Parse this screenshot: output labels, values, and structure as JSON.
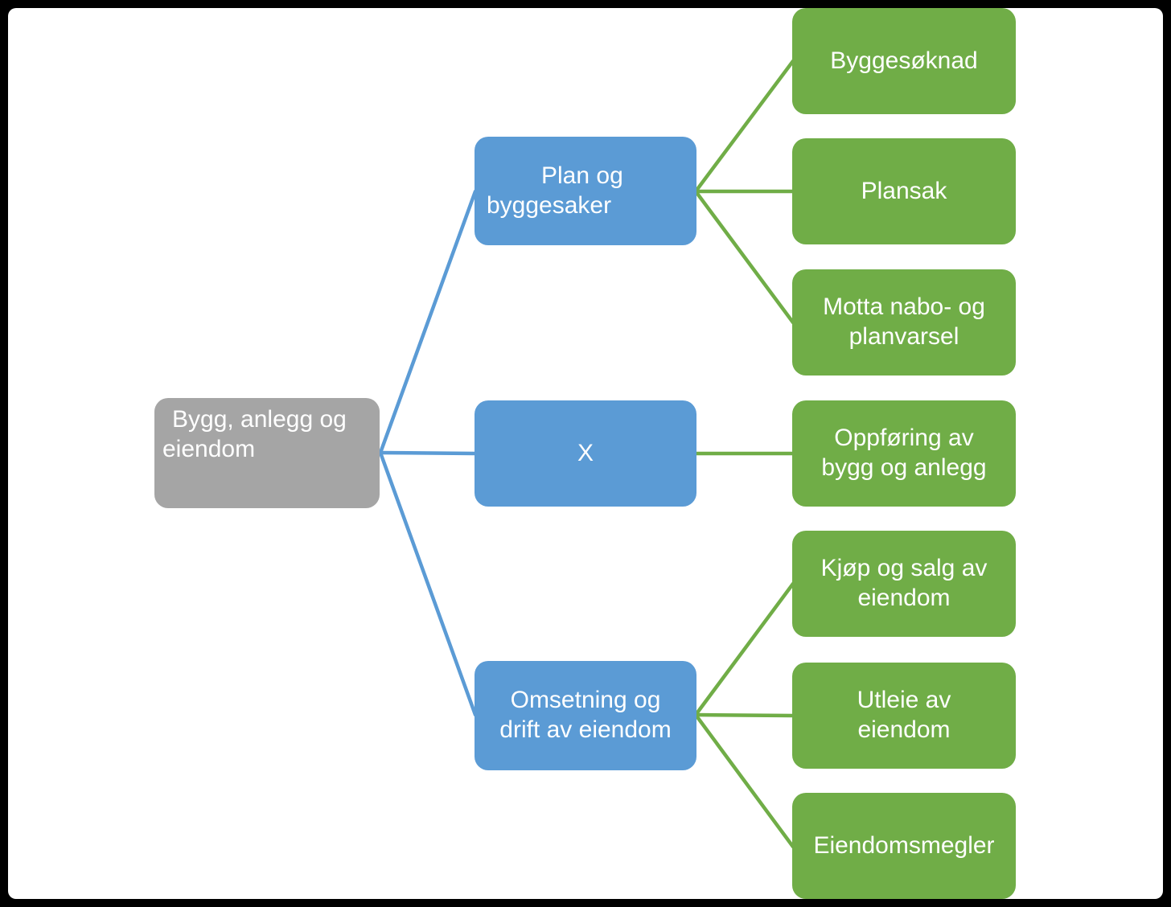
{
  "colors": {
    "node-blue": "#5B9BD5",
    "node-green": "#70AD47",
    "node-gray": "#A5A5A5",
    "line-blue": "#5B9BD5",
    "line-green": "#70AD47",
    "text": "#FFFFFF",
    "background": "#FFFFFF",
    "border": "#000000"
  },
  "diagram": {
    "type": "hierarchy-tree",
    "root": {
      "label": "Bygg, anlegg og\neiendom"
    },
    "branches": [
      {
        "label": "Plan og\nbyggesaker",
        "children": [
          {
            "label": "Byggesøknad"
          },
          {
            "label": "Plansak"
          },
          {
            "label": "Motta nabo- og\nplanvarsel"
          }
        ]
      },
      {
        "label": "X",
        "children": [
          {
            "label": "Oppføring av\nbygg og anlegg"
          }
        ]
      },
      {
        "label": "Omsetning og\ndrift av eiendom",
        "children": [
          {
            "label": "Kjøp og salg av\neiendom"
          },
          {
            "label": "Utleie av\neiendom"
          },
          {
            "label": "Eiendomsmegler"
          }
        ]
      }
    ]
  }
}
